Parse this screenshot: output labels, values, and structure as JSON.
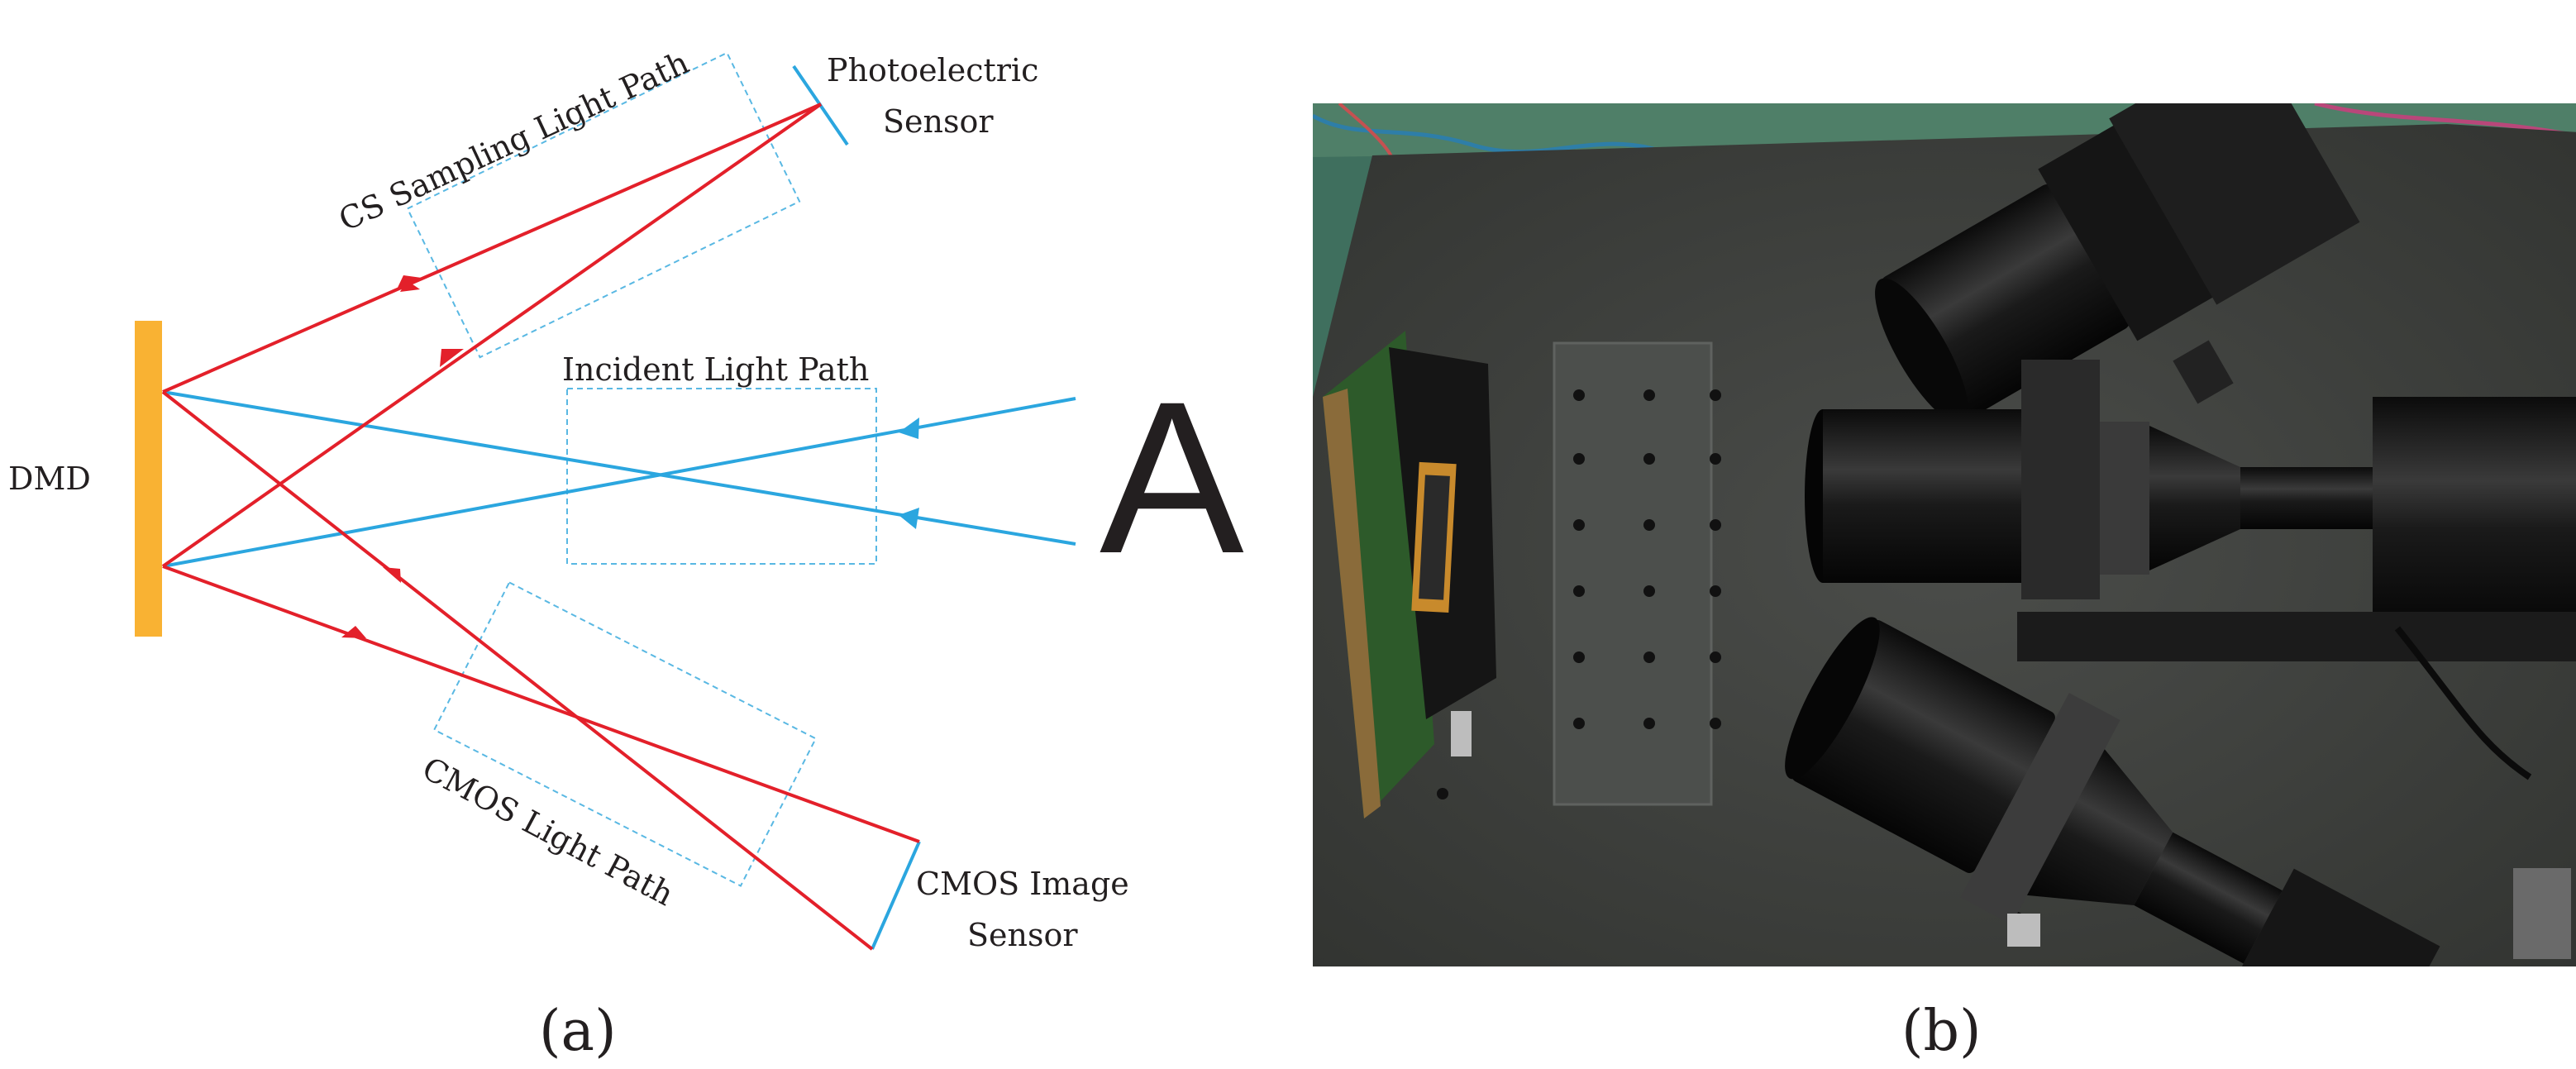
{
  "panel_a": {
    "panel_label": "(a)",
    "labels": {
      "dmd": "DMD",
      "photo_sensor_line1": "Photoelectric",
      "photo_sensor_line2": "Sensor",
      "cs_path": "CS Sampling Light Path",
      "incident_path": "Incident Light Path",
      "cmos_path": "CMOS Light Path",
      "cmos_sensor_line1": "CMOS Image",
      "cmos_sensor_line2": "Sensor",
      "object_letter": "A"
    },
    "colors": {
      "dmd": "#F9B233",
      "red_path": "#E3202A",
      "blue_path": "#2BA6DF",
      "box_dash": "#59B8E3"
    }
  },
  "panel_b": {
    "panel_label": "(b)",
    "photo_description": "photo"
  }
}
